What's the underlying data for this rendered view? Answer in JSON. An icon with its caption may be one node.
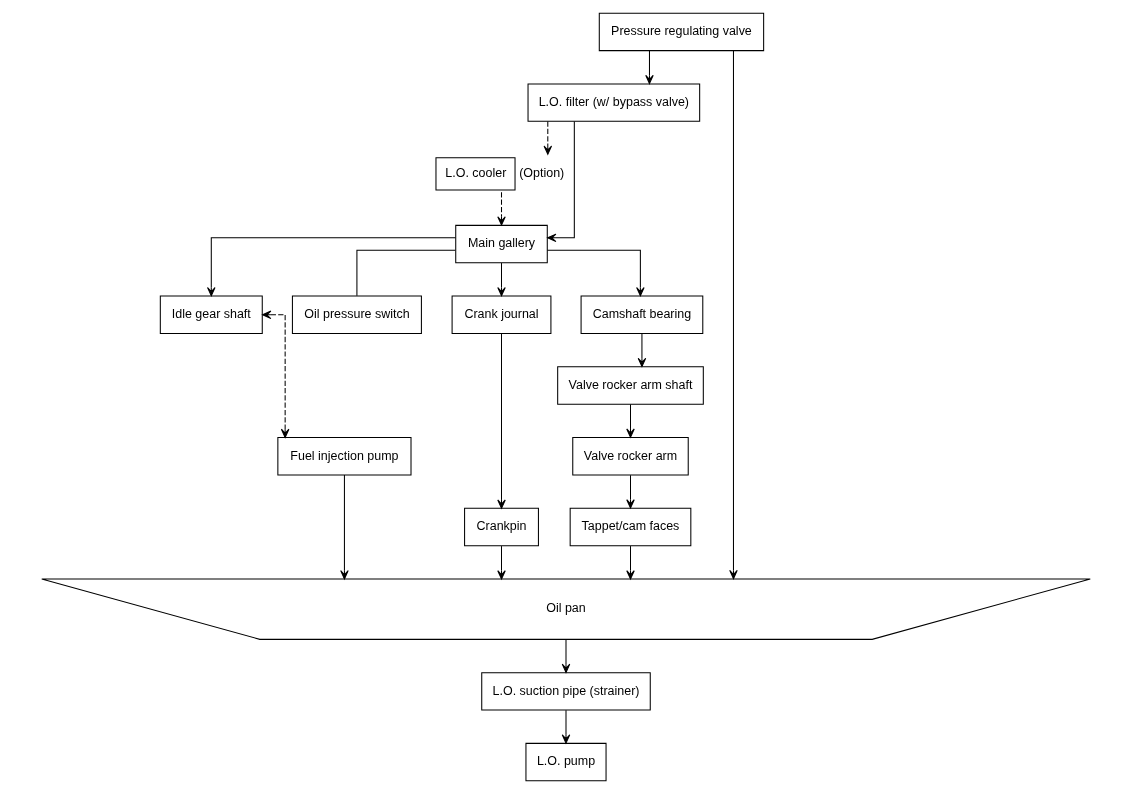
{
  "diagram": {
    "nodes": [
      {
        "text": [
          "L.O. filter (w/ bypass valve)"
        ]
      },
      {
        "text": [
          "L.O. cooler"
        ],
        "beside": [
          "(Option)"
        ]
      },
      {
        "text": [
          "Main gallery"
        ]
      },
      {
        "text": [
          "Idle gear shaft"
        ]
      },
      {
        "text": [
          "Fuel injection pump"
        ]
      },
      {
        "text": [
          "Oil pressure switch"
        ]
      },
      {
        "text": [
          "Pressure regulating valve"
        ]
      },
      {
        "text": [
          "L.O. pump"
        ]
      },
      {
        "text": [
          "Crank journal"
        ]
      },
      {
        "text": [
          "Camshaft bearing"
        ]
      },
      {
        "text": [
          "Crankpin"
        ]
      },
      {
        "text": [
          "Valve rocker arm shaft"
        ]
      },
      {
        "text": [
          "L.O. suction pipe (strainer)"
        ]
      },
      {
        "text": [
          "Valve rocker arm"
        ]
      },
      {
        "text": [
          "Tappet/cam faces"
        ]
      },
      {
        "text": [
          "Oil pan"
        ]
      }
    ],
    "edges": [
      {
        "from": 15,
        "to": 12,
        "arrow": "to"
      },
      {
        "from": 12,
        "to": 7,
        "arrow": "to"
      },
      {
        "from": 6,
        "to": 0,
        "arrow": "to"
      },
      {
        "from": 6,
        "to": 15,
        "arrow": "to"
      },
      {
        "from": 0,
        "to": 2,
        "arrow": "to"
      },
      {
        "from": 0,
        "to": 1,
        "arrow": "to",
        "style": "dashed"
      },
      {
        "from": 1,
        "to": 2,
        "arrow": "to",
        "style": "dashed"
      },
      {
        "from": 2,
        "to": 5,
        "arrow": "none"
      },
      {
        "from": 2,
        "to": 3,
        "arrow": "to"
      },
      {
        "from": 3,
        "to": 4,
        "arrow": "both",
        "style": "dashed"
      },
      {
        "from": 2,
        "to": 8,
        "arrow": "to"
      },
      {
        "from": 2,
        "to": 9,
        "arrow": "to"
      },
      {
        "from": 4,
        "to": 15,
        "arrow": "to"
      },
      {
        "from": 8,
        "to": 10,
        "arrow": "to"
      },
      {
        "from": 10,
        "to": 15,
        "arrow": "to"
      },
      {
        "from": 9,
        "to": 11,
        "arrow": "to"
      },
      {
        "from": 11,
        "to": 13,
        "arrow": "to"
      },
      {
        "from": 13,
        "to": 14,
        "arrow": "to"
      },
      {
        "from": 14,
        "to": 15,
        "arrow": "to"
      }
    ]
  }
}
